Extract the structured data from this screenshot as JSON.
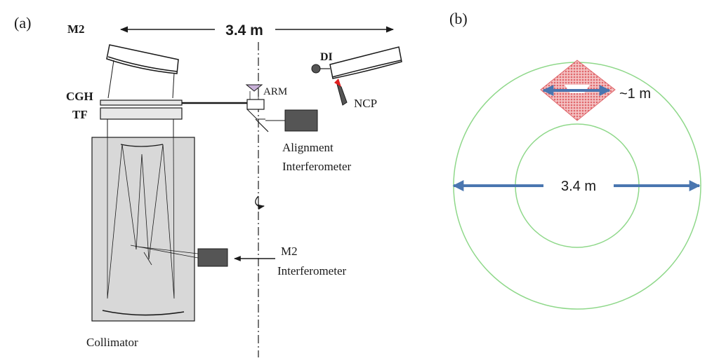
{
  "panel_a": {
    "tag": "(a)",
    "span_label": "3.4 m",
    "labels": {
      "m2": "M2",
      "di": "DI",
      "arm": "ARM",
      "cgh": "CGH",
      "tf": "TF",
      "ncp": "NCP",
      "alignment_line1": "Alignment",
      "alignment_line2": "Interferometer",
      "m2_interferometer_line1": "M2",
      "m2_interferometer_line2": "Interferometer",
      "collimator": "Collimator"
    }
  },
  "panel_b": {
    "tag": "(b)",
    "small_span_label": "~1 m",
    "large_span_label": "3.4 m"
  },
  "colors": {
    "ring": "#8fd88a",
    "arrow_blue": "#4a76b0",
    "sample_red": "#e0666b",
    "collimator_fill": "#d8d8d8",
    "instrument_box": "#555555",
    "ncp_red": "#e02020"
  }
}
